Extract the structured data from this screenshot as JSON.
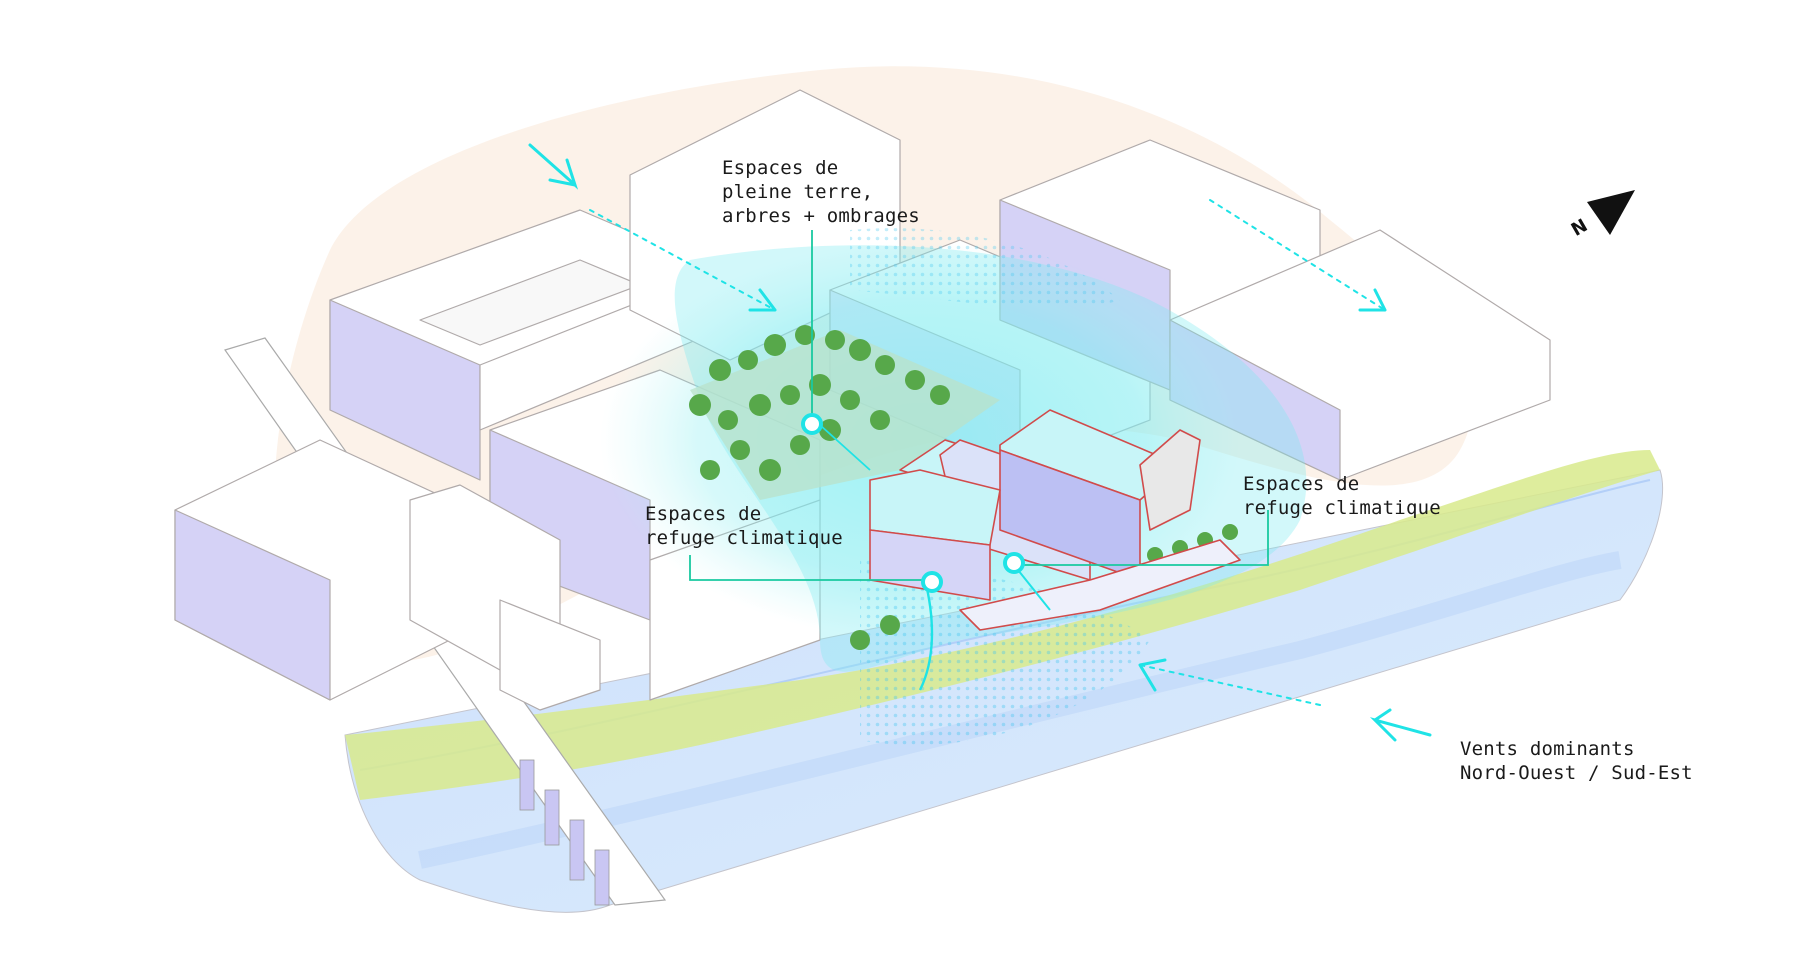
{
  "labels": {
    "pleine_terre": {
      "line1": "Espaces de",
      "line2": "pleine terre,",
      "line3": "arbres + ombrages"
    },
    "refuge_west": {
      "line1": "Espaces de",
      "line2": "refuge climatique"
    },
    "refuge_east": {
      "line1": "Espaces de",
      "line2": "refuge climatique"
    },
    "vents": {
      "line1": "Vents dominants",
      "line2": "Nord-Ouest / Sud-Est"
    }
  },
  "compass": {
    "letter": "N"
  },
  "colors": {
    "accent_cyan": "#1fe3e6",
    "leader_green": "#19c9a0",
    "building_shadow": "#c9c6f3",
    "halo_peach": "#fbece0",
    "riverbank_green": "#d8ea8c",
    "river_blue": "#cfe4fb",
    "building_outline": "#b0aaaa",
    "main_building_red": "#d14b4b",
    "tree_green": "#57a84a"
  }
}
